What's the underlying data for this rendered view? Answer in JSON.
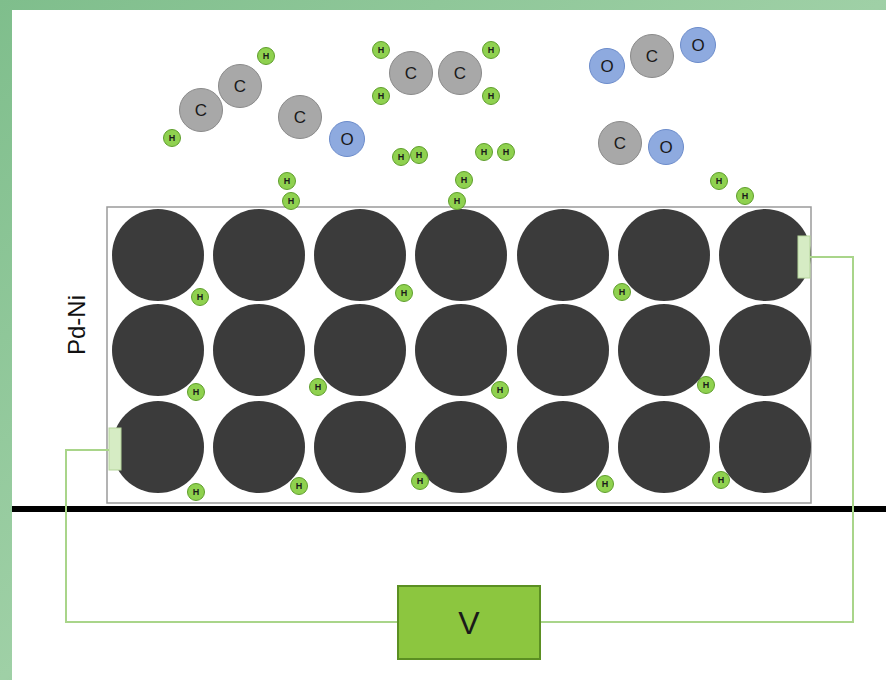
{
  "diagram": {
    "nodes": [
      {
        "text": [
          "H"
        ]
      },
      {
        "text": [
          "C"
        ]
      },
      {
        "text": [
          "C"
        ]
      },
      {
        "text": [
          "H"
        ]
      },
      {
        "text": [
          "C"
        ]
      },
      {
        "text": [
          "O"
        ]
      },
      {
        "text": [
          "H"
        ]
      },
      {
        "text": [
          "H"
        ]
      },
      {
        "text": [
          "C"
        ]
      },
      {
        "text": [
          "C"
        ]
      },
      {
        "text": [
          "H"
        ]
      },
      {
        "text": [
          "H"
        ]
      },
      {
        "text": [
          "O"
        ]
      },
      {
        "text": [
          "C"
        ]
      },
      {
        "text": [
          "O"
        ]
      },
      {
        "text": [
          "C"
        ]
      },
      {
        "text": [
          "O"
        ]
      },
      {
        "text": [
          "H"
        ]
      },
      {
        "text": [
          "H"
        ]
      },
      {
        "text": [
          "H"
        ]
      },
      {
        "text": [
          "H"
        ]
      },
      {
        "text": [
          "H"
        ]
      },
      {
        "text": [
          "H"
        ]
      },
      {
        "text": [
          "H"
        ]
      },
      {
        "text": [
          "H"
        ]
      },
      {
        "text": [
          "H"
        ]
      },
      {
        "text": [
          "H"
        ]
      },
      {
        "text": [
          "Pd-Ni"
        ]
      },
      {
        "text": [
          "H"
        ],
        "in": 27
      },
      {
        "text": [
          "H"
        ],
        "in": 27
      },
      {
        "text": [
          "H"
        ],
        "in": 27
      },
      {
        "text": [
          "H"
        ],
        "in": 27
      },
      {
        "text": [
          "H"
        ],
        "in": 27
      },
      {
        "text": [
          "H"
        ],
        "in": 27
      },
      {
        "text": [
          "H"
        ],
        "in": 27
      },
      {
        "text": [
          "H"
        ],
        "in": 27
      },
      {
        "text": [
          "H"
        ],
        "in": 27
      },
      {
        "text": [
          "H"
        ],
        "in": 27
      },
      {
        "text": [
          "H"
        ],
        "in": 27
      },
      {
        "text": [
          "H"
        ],
        "in": 27
      },
      {
        "text": [
          "V"
        ]
      }
    ]
  }
}
